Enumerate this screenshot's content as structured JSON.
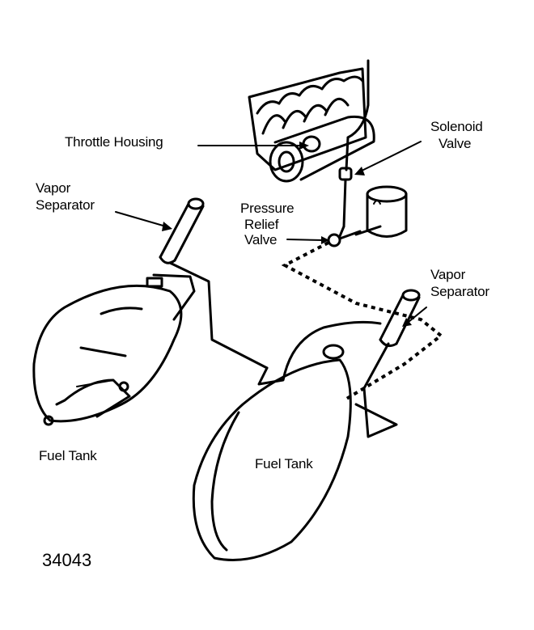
{
  "labels": {
    "throttle_housing": "Throttle Housing",
    "solenoid_line1": "Solenoid",
    "solenoid_line2": "Valve",
    "vapor_sep_left_line1": "Vapor",
    "vapor_sep_left_line2": "Separator",
    "pressure_line1": "Pressure",
    "pressure_line2": "Relief",
    "pressure_line3": "Valve",
    "vapor_sep_right_line1": "Vapor",
    "vapor_sep_right_line2": "Separator",
    "fuel_tank_left": "Fuel Tank",
    "fuel_tank_right": "Fuel Tank",
    "figure_number": "34043"
  },
  "colors": {
    "ink": "#000000",
    "background": "#ffffff"
  }
}
